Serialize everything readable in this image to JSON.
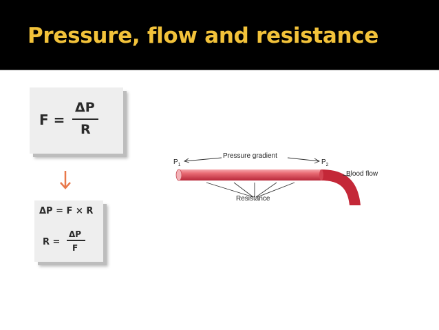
{
  "slide": {
    "title": "Pressure, flow and resistance"
  },
  "formula1": {
    "lhs": "F =",
    "numerator": "ΔP",
    "denominator": "R"
  },
  "formula2": {
    "line1": "ΔP = F × R",
    "lhs": "R =",
    "numerator": "ΔP",
    "denominator": "F"
  },
  "diagram": {
    "p1_label": "P",
    "p1_sub": "1",
    "p2_label": "P",
    "p2_sub": "2",
    "gradient_label": "Pressure gradient",
    "resistance_label": "Resistance",
    "flow_label": "Blood flow"
  },
  "colors": {
    "title": "#f2c23a",
    "header_bg": "#000000",
    "vessel": "#e35a64",
    "arrow": "#e8784a"
  },
  "icons": {
    "down_arrow": "down-arrow-icon"
  }
}
